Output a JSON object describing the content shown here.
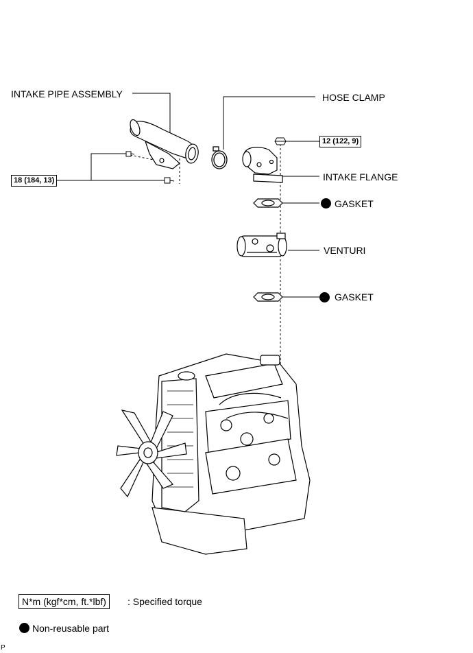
{
  "labels": {
    "intake_pipe_assembly": "INTAKE PIPE ASSEMBLY",
    "hose_clamp": "HOSE CLAMP",
    "intake_flange": "INTAKE FLANGE",
    "gasket_upper": "GASKET",
    "venturi": "VENTURI",
    "gasket_lower": "GASKET"
  },
  "torques": {
    "bolt_pipe": "18 (184, 13)",
    "nut_flange": "12 (122, 9)"
  },
  "legend": {
    "torque_unit": "N*m (kgf*cm, ft.*lbf)",
    "torque_text": ": Specified torque",
    "non_reusable_text": "Non-reusable part"
  },
  "corner_mark": "P"
}
